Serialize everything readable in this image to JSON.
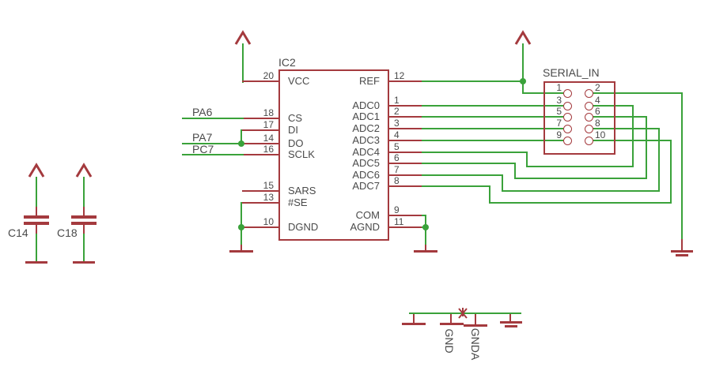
{
  "schematic": {
    "ic": {
      "designator": "IC2",
      "left_pins": [
        {
          "number": "20",
          "name": "VCC"
        },
        {
          "number": "18",
          "name": "CS"
        },
        {
          "number": "17",
          "name": "DI"
        },
        {
          "number": "14",
          "name": "DO"
        },
        {
          "number": "16",
          "name": "SCLK"
        },
        {
          "number": "15",
          "name": "SARS"
        },
        {
          "number": "13",
          "name": "#SE"
        },
        {
          "number": "10",
          "name": "DGND"
        }
      ],
      "right_pins": [
        {
          "number": "12",
          "name": "REF"
        },
        {
          "number": "1",
          "name": "ADC0"
        },
        {
          "number": "2",
          "name": "ADC1"
        },
        {
          "number": "3",
          "name": "ADC2"
        },
        {
          "number": "4",
          "name": "ADC3"
        },
        {
          "number": "5",
          "name": "ADC4"
        },
        {
          "number": "6",
          "name": "ADC5"
        },
        {
          "number": "7",
          "name": "ADC6"
        },
        {
          "number": "8",
          "name": "ADC7"
        },
        {
          "number": "9",
          "name": "COM"
        },
        {
          "number": "11",
          "name": "AGND"
        }
      ]
    },
    "connector": {
      "designator": "SERIAL_IN",
      "left_pins": [
        "1",
        "3",
        "5",
        "7",
        "9"
      ],
      "right_pins": [
        "2",
        "4",
        "6",
        "8",
        "10"
      ]
    },
    "net_labels": {
      "pa6": "PA6",
      "pa7": "PA7",
      "pc7": "PC7"
    },
    "capacitors": [
      {
        "designator": "C14"
      },
      {
        "designator": "C18"
      }
    ],
    "ground_labels": {
      "digital": "GND",
      "analog": "GNDA"
    }
  },
  "colors": {
    "wire": "#3aa23a",
    "sym": "#a43a3e",
    "text": "#4a4a4a",
    "bg": "#ffffff"
  }
}
